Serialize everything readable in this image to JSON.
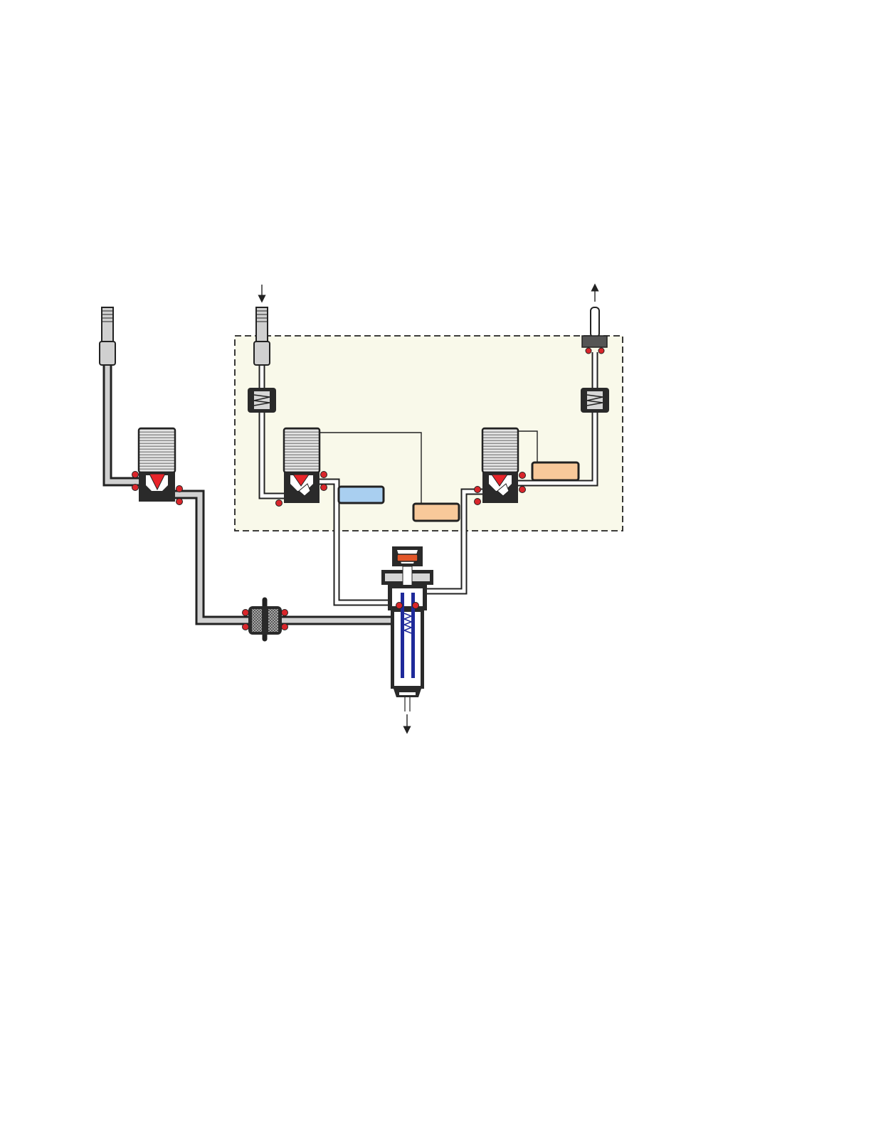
{
  "diagram": {
    "colors": {
      "enclosure_fill": "#f9f9ea",
      "tube_fill": "#d0d0d0",
      "tube_outline": "#222222",
      "coil_fill": "#d6d6d6",
      "valve_seat": "#e8242a",
      "oring": "#d9262b",
      "body_dark": "#2a2a2a",
      "sensor_blue": "#a9cff0",
      "sensor_orange": "#f8c99a",
      "piston_blue": "#1f2a9a",
      "cap_orange": "#e2572a",
      "check_dark": "#555555"
    },
    "components": [
      "inlet-fitting-left",
      "inlet-fitting-center",
      "outlet-tube-right",
      "solenoid-valve-left",
      "solenoid-valve-center",
      "solenoid-valve-right",
      "check-valve-left",
      "check-valve-right",
      "filter",
      "pressure-sensor-blue",
      "pressure-sensor-orange-center",
      "pressure-sensor-orange-right",
      "dispense-cylinder",
      "control-enclosure"
    ]
  }
}
